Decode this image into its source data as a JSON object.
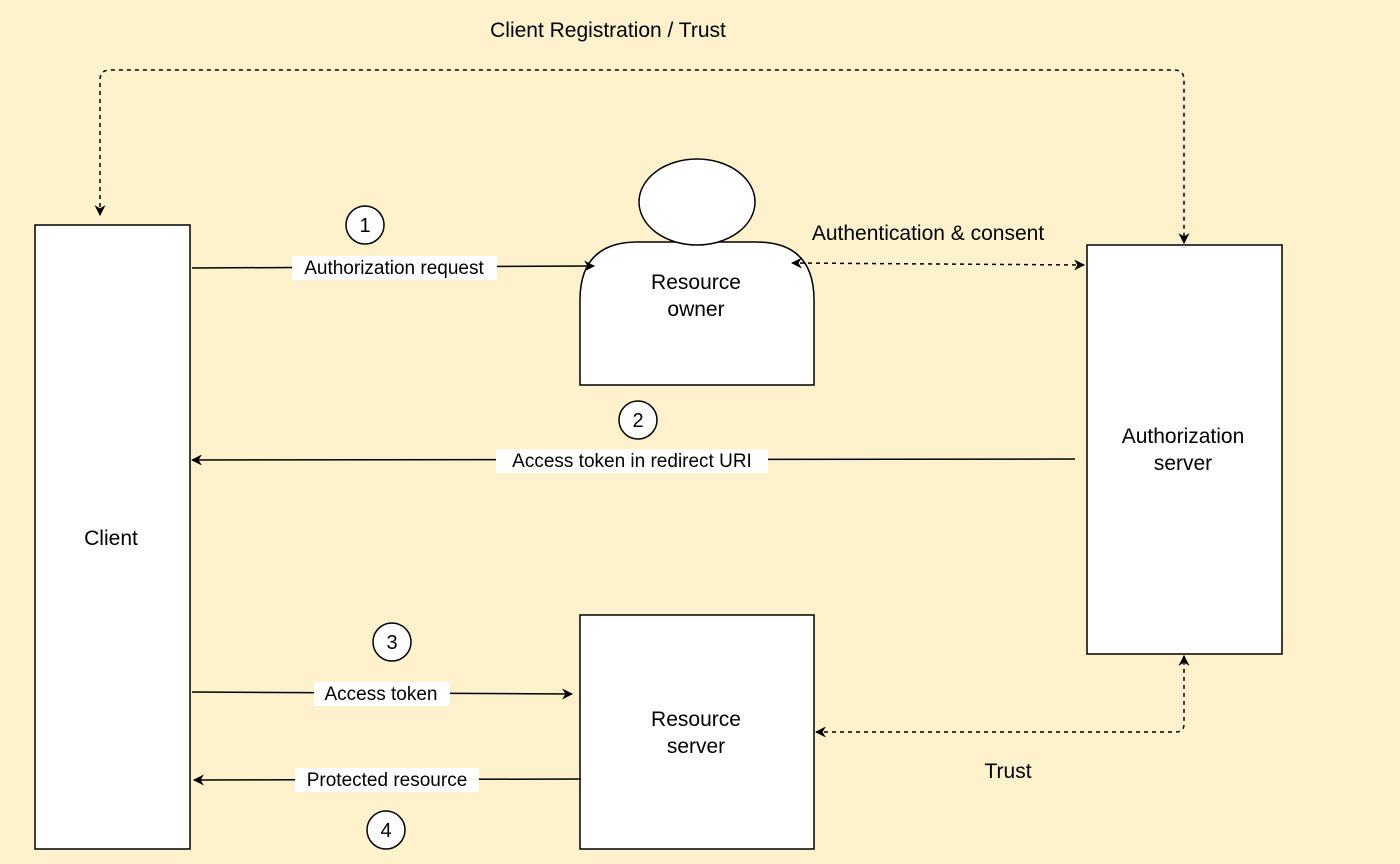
{
  "colors": {
    "background": "#fdf2cc",
    "node_fill": "#ffffff",
    "stroke": "#000000"
  },
  "diagram": {
    "title": "Client Registration / Trust",
    "nodes": {
      "client": {
        "label": "Client"
      },
      "resource_owner": {
        "label_line1": "Resource",
        "label_line2": "owner",
        "icon": "person-icon"
      },
      "authorization_server": {
        "label_line1": "Authorization",
        "label_line2": "server"
      },
      "resource_server": {
        "label_line1": "Resource",
        "label_line2": "server"
      }
    },
    "edges": {
      "authorization_request": {
        "label": "Authorization request",
        "step": "1",
        "style": "solid"
      },
      "access_token_redirect": {
        "label": "Access token in redirect URI",
        "step": "2",
        "style": "solid"
      },
      "access_token": {
        "label": "Access token",
        "step": "3",
        "style": "solid"
      },
      "protected_resource": {
        "label": "Protected resource",
        "step": "4",
        "style": "solid"
      },
      "authentication_consent": {
        "label": "Authentication & consent",
        "style": "dashed"
      },
      "trust": {
        "label": "Trust",
        "style": "dashed"
      },
      "client_registration": {
        "style": "dashed"
      }
    }
  }
}
